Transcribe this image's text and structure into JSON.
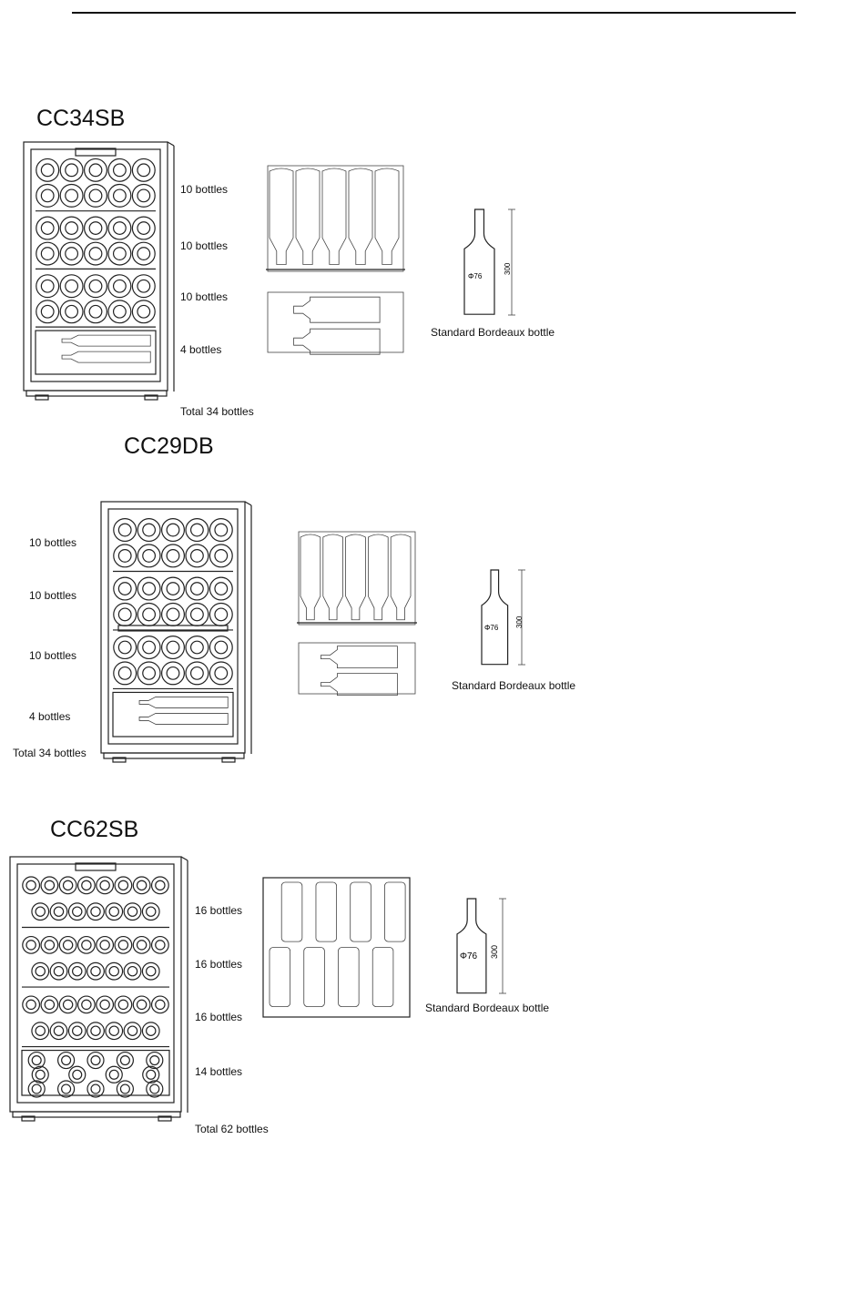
{
  "sections": [
    {
      "model": "CC34SB",
      "shelves": [
        "10 bottles",
        "10 bottles",
        "10 bottles",
        "4 bottles"
      ],
      "total": "Total 34 bottles",
      "bottle_caption": "Standard Bordeaux bottle",
      "bottle_diameter": "Φ76",
      "bottle_height": "300"
    },
    {
      "model": "CC29DB",
      "shelves": [
        "10 bottles",
        "10 bottles",
        "10 bottles",
        "4 bottles"
      ],
      "total": "Total 34 bottles",
      "bottle_caption": "Standard Bordeaux bottle",
      "bottle_diameter": "Φ76",
      "bottle_height": "300"
    },
    {
      "model": "CC62SB",
      "shelves": [
        "16 bottles",
        "16 bottles",
        "16 bottles",
        "14 bottles"
      ],
      "total": "Total 62 bottles",
      "bottle_caption": "Standard Bordeaux bottle",
      "bottle_diameter": "Φ76",
      "bottle_height": "300"
    }
  ]
}
